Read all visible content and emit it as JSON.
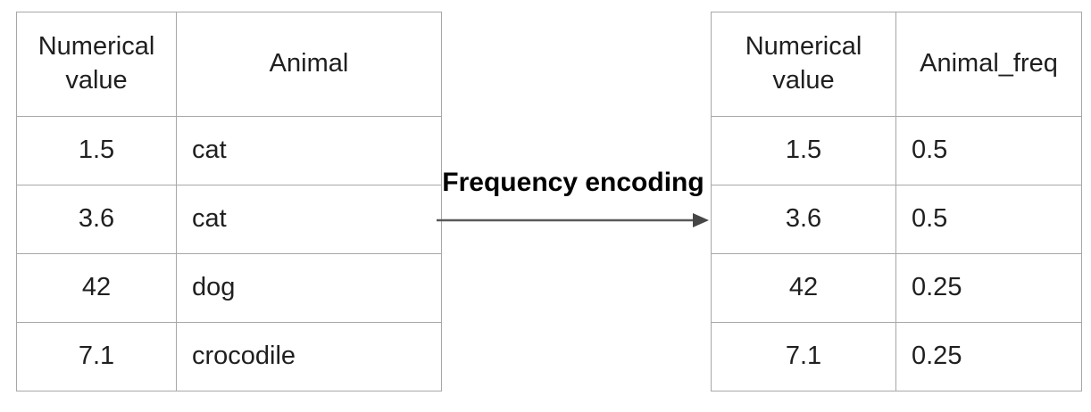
{
  "diagram": {
    "arrow_label": "Frequency encoding",
    "left_table": {
      "headers": [
        "Numerical value",
        "Animal"
      ],
      "rows": [
        [
          "1.5",
          "cat"
        ],
        [
          "3.6",
          "cat"
        ],
        [
          "42",
          "dog"
        ],
        [
          "7.1",
          "crocodile"
        ]
      ]
    },
    "right_table": {
      "headers": [
        "Numerical value",
        "Animal_freq"
      ],
      "rows": [
        [
          "1.5",
          "0.5"
        ],
        [
          "3.6",
          "0.5"
        ],
        [
          "42",
          "0.25"
        ],
        [
          "7.1",
          "0.25"
        ]
      ]
    },
    "colors": {
      "border": "#a7a7a7",
      "text": "#1f1f1f",
      "arrow": "#4d4d4d",
      "background": "#ffffff"
    }
  }
}
